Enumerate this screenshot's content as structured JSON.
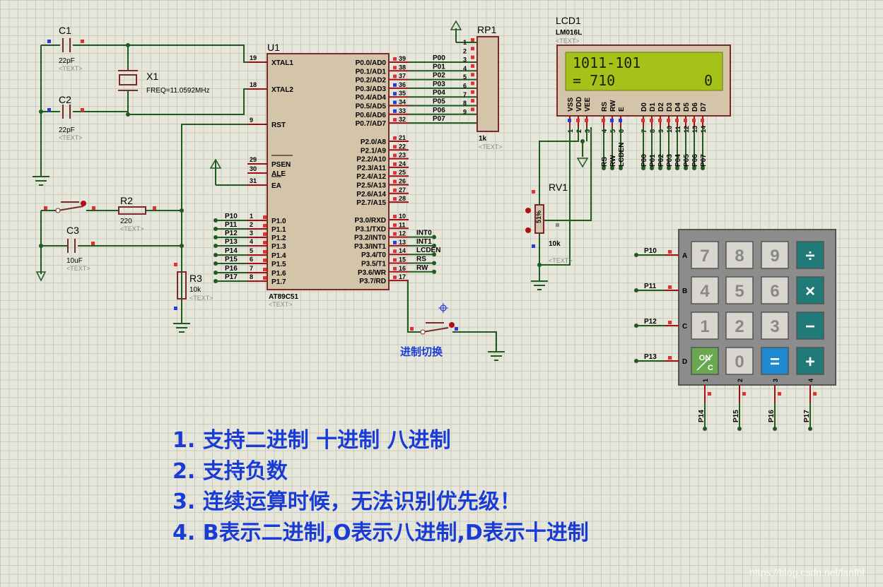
{
  "components": {
    "c1": {
      "ref": "C1",
      "value": "22pF",
      "text": "<TEXT>"
    },
    "c2": {
      "ref": "C2",
      "value": "22pF",
      "text": "<TEXT>"
    },
    "c3": {
      "ref": "C3",
      "value": "10uF",
      "text": "<TEXT>"
    },
    "x1": {
      "ref": "X1",
      "value": "FREQ=11.0592MHz"
    },
    "r2": {
      "ref": "R2",
      "value": "220",
      "text": "<TEXT>"
    },
    "r3": {
      "ref": "R3",
      "value": "10k",
      "text": "<TEXT>"
    },
    "u1": {
      "ref": "U1",
      "part": "AT89C51",
      "text": "<TEXT>"
    },
    "rp1": {
      "ref": "RP1",
      "value": "1k",
      "text": "<TEXT>"
    },
    "lcd1": {
      "ref": "LCD1",
      "part": "LM016L",
      "text": "<TEXT>"
    },
    "rv1": {
      "ref": "RV1",
      "value": "10k",
      "text": "<TEXT>",
      "pct": "51%"
    }
  },
  "u1_left_pins": [
    {
      "num": "19",
      "name": "XTAL1",
      "net": ""
    },
    {
      "num": "18",
      "name": "XTAL2",
      "net": ""
    },
    {
      "num": "9",
      "name": "RST",
      "net": ""
    },
    {
      "num": "29",
      "name": "PSEN",
      "net": ""
    },
    {
      "num": "30",
      "name": "ALE",
      "net": ""
    },
    {
      "num": "31",
      "name": "EA",
      "net": ""
    },
    {
      "num": "1",
      "name": "P1.0",
      "net": "P10"
    },
    {
      "num": "2",
      "name": "P1.1",
      "net": "P11"
    },
    {
      "num": "3",
      "name": "P1.2",
      "net": "P12"
    },
    {
      "num": "4",
      "name": "P1.3",
      "net": "P13"
    },
    {
      "num": "5",
      "name": "P1.4",
      "net": "P14"
    },
    {
      "num": "6",
      "name": "P1.5",
      "net": "P15"
    },
    {
      "num": "7",
      "name": "P1.6",
      "net": "P16"
    },
    {
      "num": "8",
      "name": "P1.7",
      "net": "P17"
    }
  ],
  "u1_right_pins": [
    {
      "num": "39",
      "name": "P0.0/AD0",
      "net": "P00"
    },
    {
      "num": "38",
      "name": "P0.1/AD1",
      "net": "P01"
    },
    {
      "num": "37",
      "name": "P0.2/AD2",
      "net": "P02"
    },
    {
      "num": "36",
      "name": "P0.3/AD3",
      "net": "P03"
    },
    {
      "num": "35",
      "name": "P0.4/AD4",
      "net": "P04"
    },
    {
      "num": "34",
      "name": "P0.5/AD5",
      "net": "P05"
    },
    {
      "num": "33",
      "name": "P0.6/AD6",
      "net": "P06"
    },
    {
      "num": "32",
      "name": "P0.7/AD7",
      "net": "P07"
    },
    {
      "num": "21",
      "name": "P2.0/A8",
      "net": ""
    },
    {
      "num": "22",
      "name": "P2.1/A9",
      "net": ""
    },
    {
      "num": "23",
      "name": "P2.2/A10",
      "net": ""
    },
    {
      "num": "24",
      "name": "P2.3/A11",
      "net": ""
    },
    {
      "num": "25",
      "name": "P2.4/A12",
      "net": ""
    },
    {
      "num": "26",
      "name": "P2.5/A13",
      "net": ""
    },
    {
      "num": "27",
      "name": "P2.6/A14",
      "net": ""
    },
    {
      "num": "28",
      "name": "P2.7/A15",
      "net": ""
    },
    {
      "num": "10",
      "name": "P3.0/RXD",
      "net": ""
    },
    {
      "num": "11",
      "name": "P3.1/TXD",
      "net": ""
    },
    {
      "num": "12",
      "name": "P3.2/INT0",
      "net": "INT0"
    },
    {
      "num": "13",
      "name": "P3.3/INT1",
      "net": "INT1"
    },
    {
      "num": "14",
      "name": "P3.4/T0",
      "net": "LCDEN"
    },
    {
      "num": "15",
      "name": "P3.5/T1",
      "net": "RS"
    },
    {
      "num": "16",
      "name": "P3.6/WR",
      "net": "RW"
    },
    {
      "num": "17",
      "name": "P3.7/RD",
      "net": ""
    }
  ],
  "rp1_pins": [
    {
      "num": "1",
      "net": ""
    },
    {
      "num": "2",
      "net": "P00"
    },
    {
      "num": "3",
      "net": "P01"
    },
    {
      "num": "4",
      "net": "P02"
    },
    {
      "num": "5",
      "net": "P03"
    },
    {
      "num": "6",
      "net": "P04"
    },
    {
      "num": "7",
      "net": "P05"
    },
    {
      "num": "8",
      "net": "P06"
    },
    {
      "num": "9",
      "net": "P07"
    }
  ],
  "lcd": {
    "line1": "1011-101",
    "line2_left": "= 710",
    "line2_right": "0",
    "pin_names": [
      "VSS",
      "VDD",
      "VEE",
      "RS",
      "RW",
      "E",
      "D0",
      "D1",
      "D2",
      "D3",
      "D4",
      "D5",
      "D6",
      "D7"
    ],
    "pin_nums": [
      "1",
      "2",
      "3",
      "4",
      "5",
      "6",
      "7",
      "8",
      "9",
      "10",
      "11",
      "12",
      "13",
      "14"
    ],
    "nets": [
      "RS",
      "RW",
      "LCDEN",
      "P00",
      "P01",
      "P02",
      "P03",
      "P04",
      "P05",
      "P06",
      "P07"
    ]
  },
  "keypad": {
    "rows": [
      "A",
      "B",
      "C",
      "D"
    ],
    "row_nets": [
      "P10",
      "P11",
      "P12",
      "P13"
    ],
    "cols": [
      "1",
      "2",
      "3",
      "4"
    ],
    "col_nets": [
      "P14",
      "P15",
      "P16",
      "P17"
    ],
    "keys": [
      [
        "7",
        "8",
        "9",
        "÷"
      ],
      [
        "4",
        "5",
        "6",
        "×"
      ],
      [
        "1",
        "2",
        "3",
        "−"
      ],
      [
        "ON/C",
        "0",
        "=",
        "+"
      ]
    ]
  },
  "switch_label": "进制切换",
  "notes": [
    "1. 支持二进制 十进制 八进制",
    "2. 支持负数",
    "3. 连续运算时候，无法识别优先级！",
    "4. B表示二进制,O表示八进制,D表示十进制"
  ],
  "watermark": "https://blog.csdn.net/lanfhl",
  "colors": {
    "wire": "#1f5a1f",
    "component_outline": "#7b2a2a",
    "chip_fill": "#d4c4aa",
    "lcd_screen": "#a6c21a",
    "note_text": "#1a3cd6",
    "key_gray": "#d9d6cf",
    "key_teal": "#1f7a78",
    "key_blue": "#1e88d0",
    "key_green": "#6aa84f"
  }
}
